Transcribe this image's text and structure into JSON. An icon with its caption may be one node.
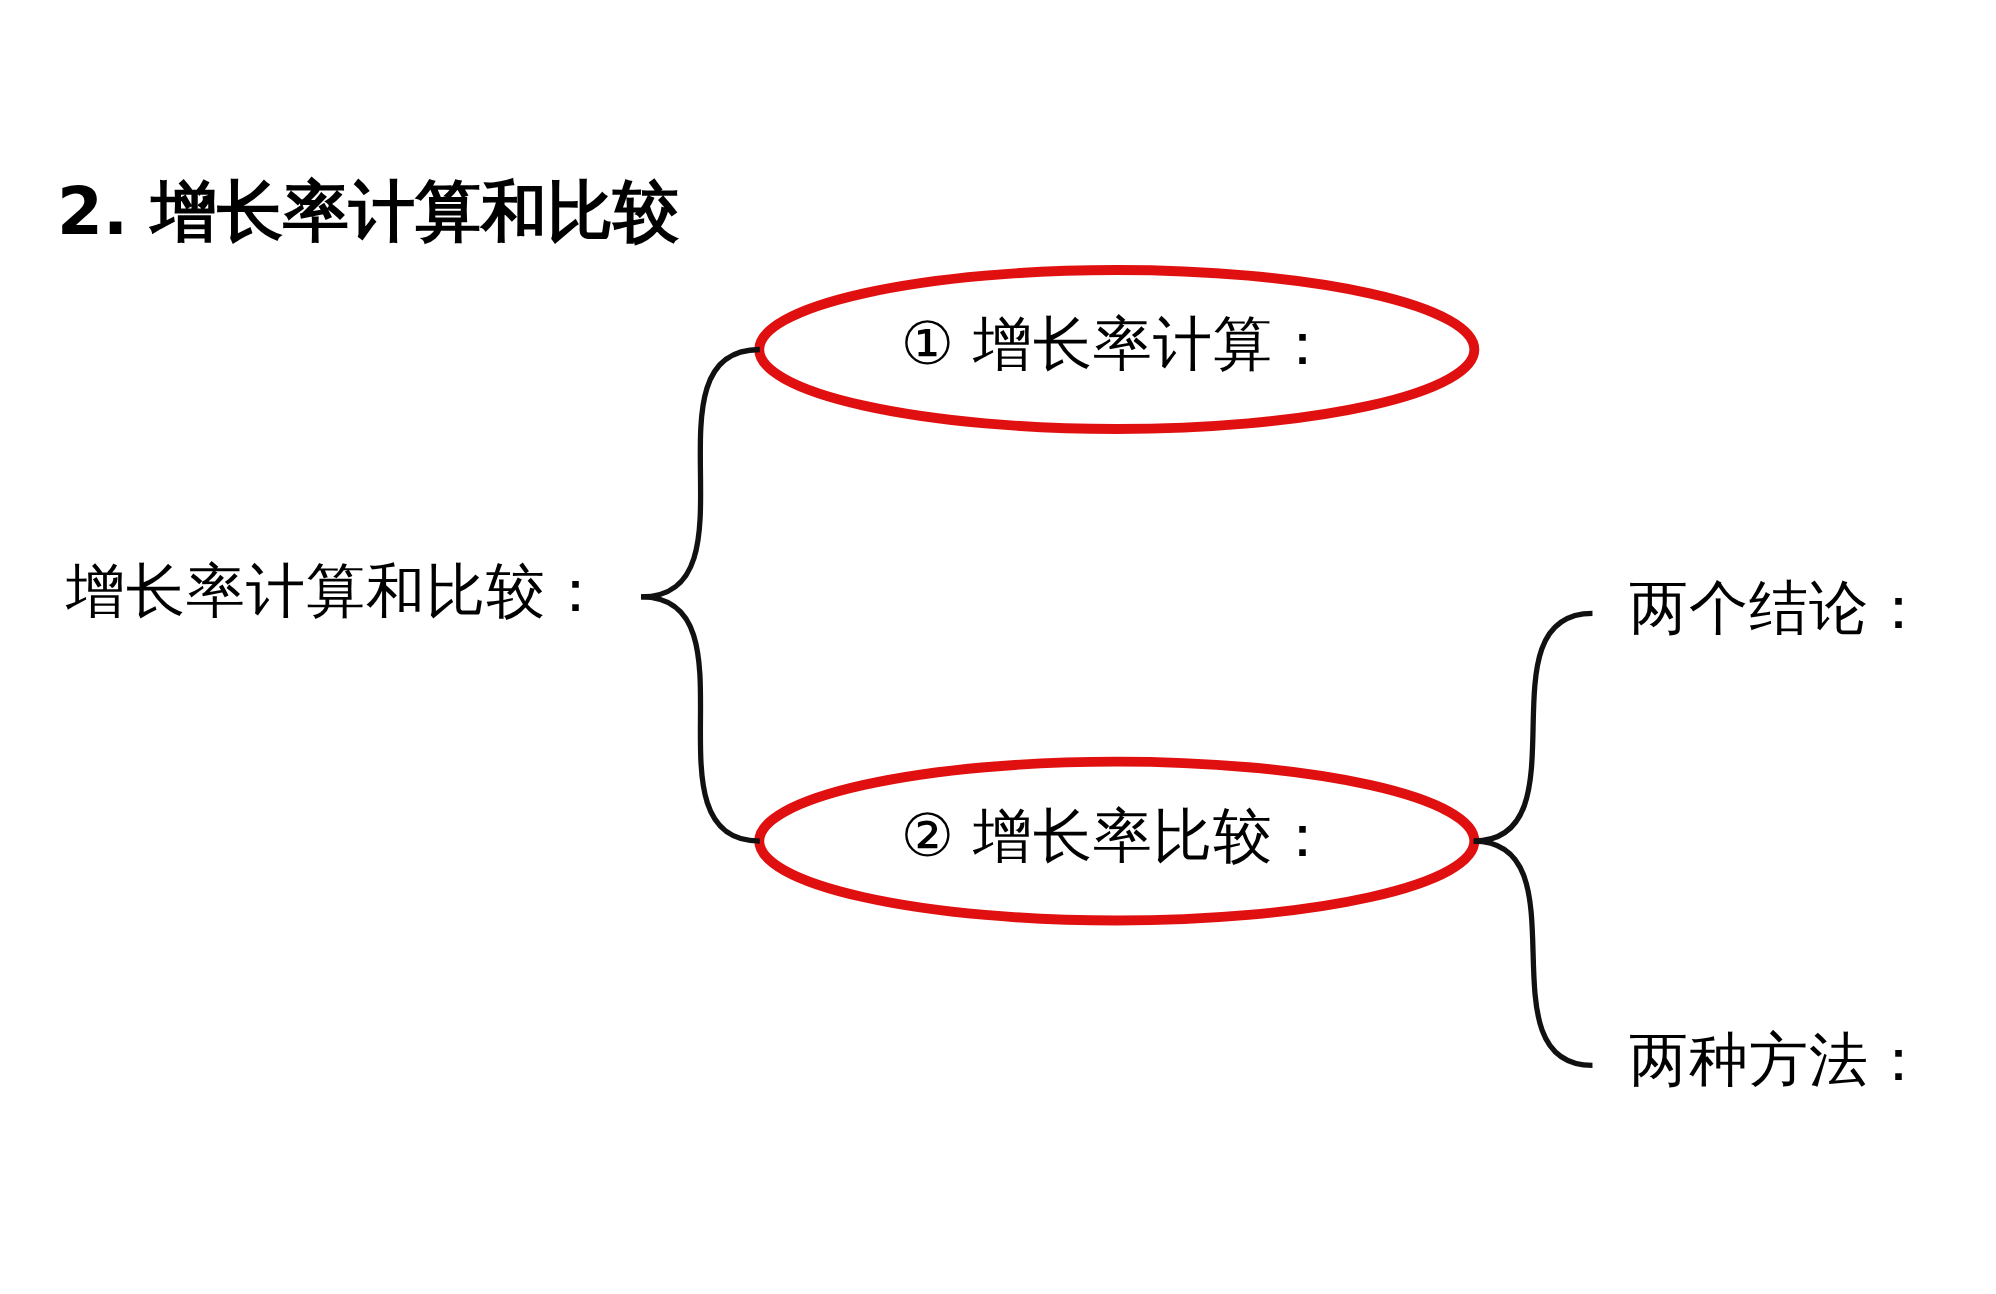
{
  "diagram": {
    "title": "2. 增长率计算和比较",
    "nodes": [
      {
        "text": [
          "增长率计算和比较："
        ]
      },
      {
        "text": [
          "① 增长率计算："
        ]
      },
      {
        "text": [
          "② 增长率比较："
        ]
      },
      {
        "text": [
          "两个结论："
        ]
      },
      {
        "text": [
          "两种方法："
        ]
      }
    ],
    "edges": [
      {
        "from": 0,
        "to": 1,
        "arrow": "none"
      },
      {
        "from": 0,
        "to": 2,
        "arrow": "none"
      },
      {
        "from": 2,
        "to": 3,
        "arrow": "none"
      },
      {
        "from": 2,
        "to": 4,
        "arrow": "none"
      }
    ]
  }
}
